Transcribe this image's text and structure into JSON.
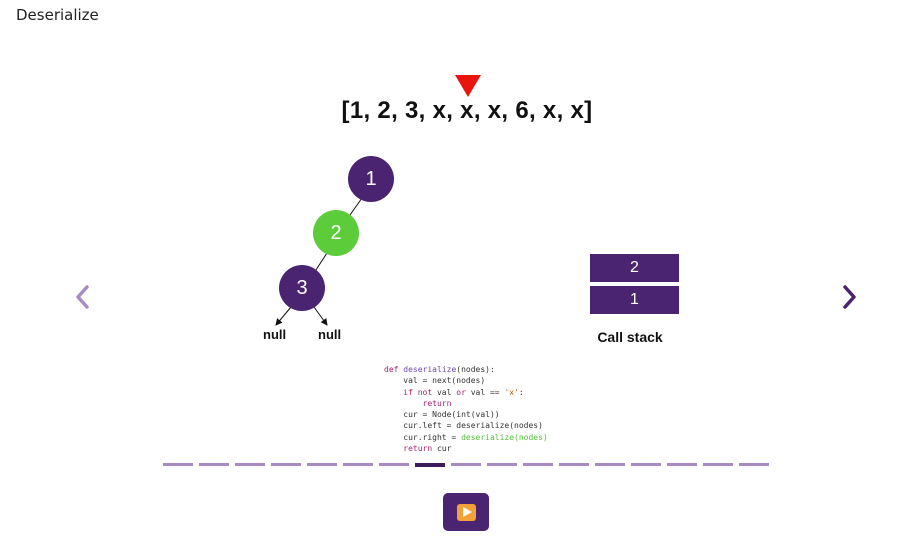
{
  "title": "Deserialize",
  "array_text": "[1, 2, 3, x, x, x, 6, x, x]",
  "tree": {
    "nodes": [
      {
        "label": "1",
        "color": "#4b2471"
      },
      {
        "label": "2",
        "color": "#5ccc3a"
      },
      {
        "label": "3",
        "color": "#4b2471"
      }
    ],
    "null_left": "null",
    "null_right": "null"
  },
  "call_stack": {
    "items": [
      "2",
      "1"
    ],
    "caption": "Call stack"
  },
  "code": {
    "line1_kw": "def",
    "line1_fn": "deserialize",
    "line1_rest": "(nodes):",
    "line2": "    val = next(nodes)",
    "line3_a": "    ",
    "line3_kw1": "if not",
    "line3_b": " val ",
    "line3_kw2": "or",
    "line3_c": " val == ",
    "line3_str": "'x'",
    "line3_d": ":",
    "line4_kw": "        return",
    "line5": "    cur = Node(int(val))",
    "line6": "    cur.left = deserialize(nodes)",
    "line7_a": "    cur.right = ",
    "line7_hl": "deserialize(nodes)",
    "line8_a": "    ",
    "line8_kw": "return",
    "line8_b": " cur"
  },
  "progress": {
    "total_steps": 17,
    "current_step": 8
  },
  "colors": {
    "accent": "#4b2471",
    "active_node": "#5ccc3a",
    "pointer": "#e8150f",
    "progress_idle": "#a98bc4"
  },
  "icons": {
    "prev": "chevron-left-icon",
    "next": "chevron-right-icon",
    "play": "play-icon"
  }
}
